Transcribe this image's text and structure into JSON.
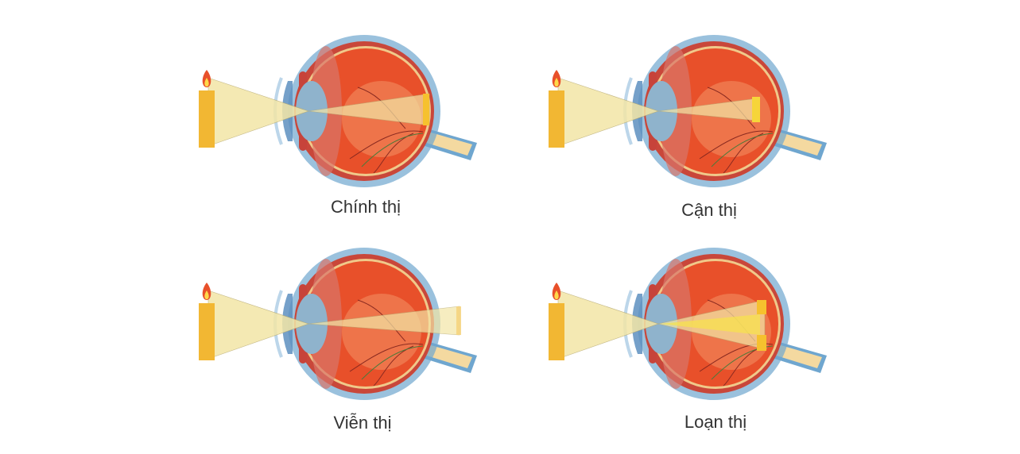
{
  "figure": {
    "panels": [
      {
        "id": "emmetropia",
        "label": "Chính thị",
        "focus": "on-retina"
      },
      {
        "id": "myopia",
        "label": "Cận thị",
        "focus": "in-front-of-retina"
      },
      {
        "id": "hyperopia",
        "label": "Viễn thị",
        "focus": "behind-retina"
      },
      {
        "id": "astigmatism",
        "label": "Loạn thị",
        "focus": "multiple-points"
      }
    ],
    "colors": {
      "background": "#ffffff",
      "eyeball": "#e8502a",
      "sclera_outer": "#6fa6cf",
      "lens": "#8fb3cc",
      "light_beam": "#f3e6a6",
      "candle": "#f2b733",
      "flame": "#e8502a",
      "caption_text": "#333333"
    }
  }
}
